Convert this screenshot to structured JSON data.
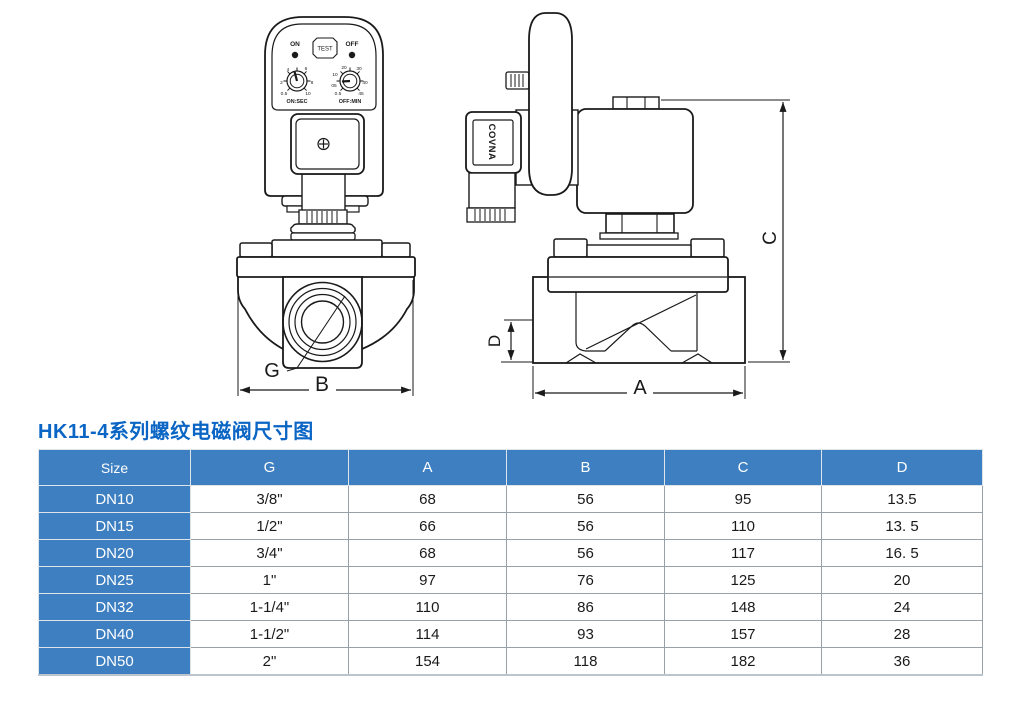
{
  "title": "HK11-4系列螺纹电磁阀尺寸图",
  "drawing": {
    "front_view": {
      "timer": {
        "on": "ON",
        "test": "TEST",
        "off": "OFF",
        "on_knob": {
          "scale": [
            "0.5",
            "2",
            "4",
            "6",
            "8",
            "10"
          ],
          "caption": "ON:SEC"
        },
        "off_knob": {
          "scale": [
            "0.5",
            "05",
            "10",
            "20",
            "30",
            "40",
            "45"
          ],
          "caption": "OFF:MIN"
        }
      },
      "labels": {
        "g": "G",
        "b": "B"
      }
    },
    "side_view": {
      "brand": "COVNA",
      "labels": {
        "a": "A",
        "c": "C",
        "d": "D"
      }
    }
  },
  "table": {
    "headers": [
      "Size",
      "G",
      "A",
      "B",
      "C",
      "D"
    ],
    "rows": [
      [
        "DN10",
        "3/8\"",
        "68",
        "56",
        "95",
        "13.5"
      ],
      [
        "DN15",
        "1/2\"",
        "66",
        "56",
        "110",
        "13. 5"
      ],
      [
        "DN20",
        "3/4\"",
        "68",
        "56",
        "117",
        "16. 5"
      ],
      [
        "DN25",
        "1\"",
        "97",
        "76",
        "125",
        "20"
      ],
      [
        "DN32",
        "1-1/4\"",
        "110",
        "86",
        "148",
        "24"
      ],
      [
        "DN40",
        "1-1/2\"",
        "114",
        "93",
        "157",
        "28"
      ],
      [
        "DN50",
        "2\"",
        "154",
        "118",
        "182",
        "36"
      ]
    ]
  },
  "colors": {
    "title_blue": "#0a65c4",
    "header_blue": "#3d7fc0",
    "line": "#1a1a1a"
  }
}
